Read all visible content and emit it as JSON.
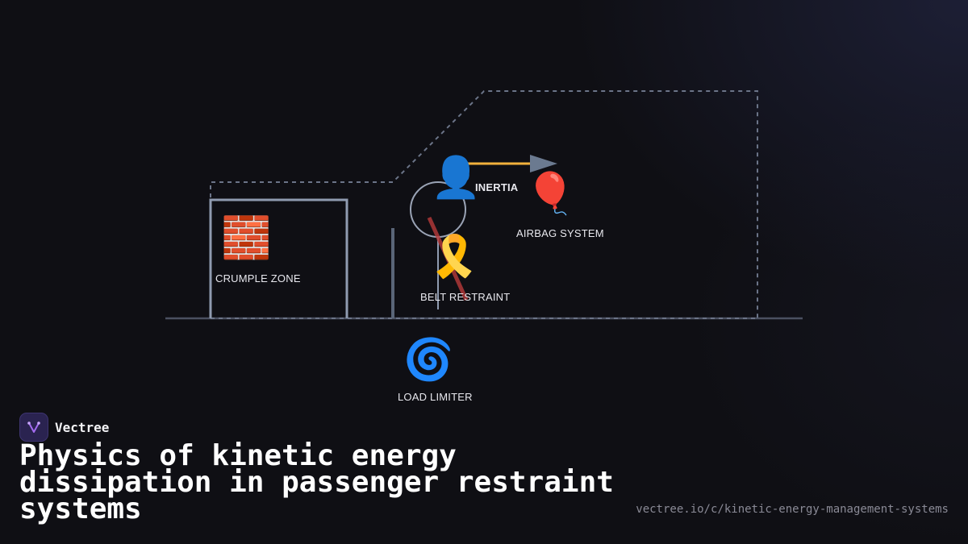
{
  "brand": {
    "name": "Vectree",
    "logo_icon": "vectree-logo-icon"
  },
  "title": "Physics of kinetic energy dissipation in passenger restraint systems",
  "url": "vectree.io/c/kinetic-energy-management-systems",
  "diagram": {
    "nodes": [
      {
        "id": "crumple",
        "icon": "🧱",
        "icon_name": "brick-wall-icon",
        "label": "CRUMPLE ZONE"
      },
      {
        "id": "occupant",
        "icon": "👤",
        "icon_name": "person-icon",
        "label": "INERTIA"
      },
      {
        "id": "airbag",
        "icon": "🎈",
        "icon_name": "balloon-icon",
        "label": "AIRBAG SYSTEM"
      },
      {
        "id": "belt",
        "icon": "🎗️",
        "icon_name": "ribbon-icon",
        "label": "BELT RESTRAINT"
      },
      {
        "id": "limiter",
        "icon": "🌀",
        "icon_name": "cyclone-icon",
        "label": "LOAD LIMITER"
      }
    ],
    "colors": {
      "structure": "#8f9bb0",
      "outline_dashed": "#6b7488",
      "inertia_arrow": "#f2b13c",
      "arrow_head": "#6b7a90",
      "belt": "#b83a3a"
    }
  }
}
